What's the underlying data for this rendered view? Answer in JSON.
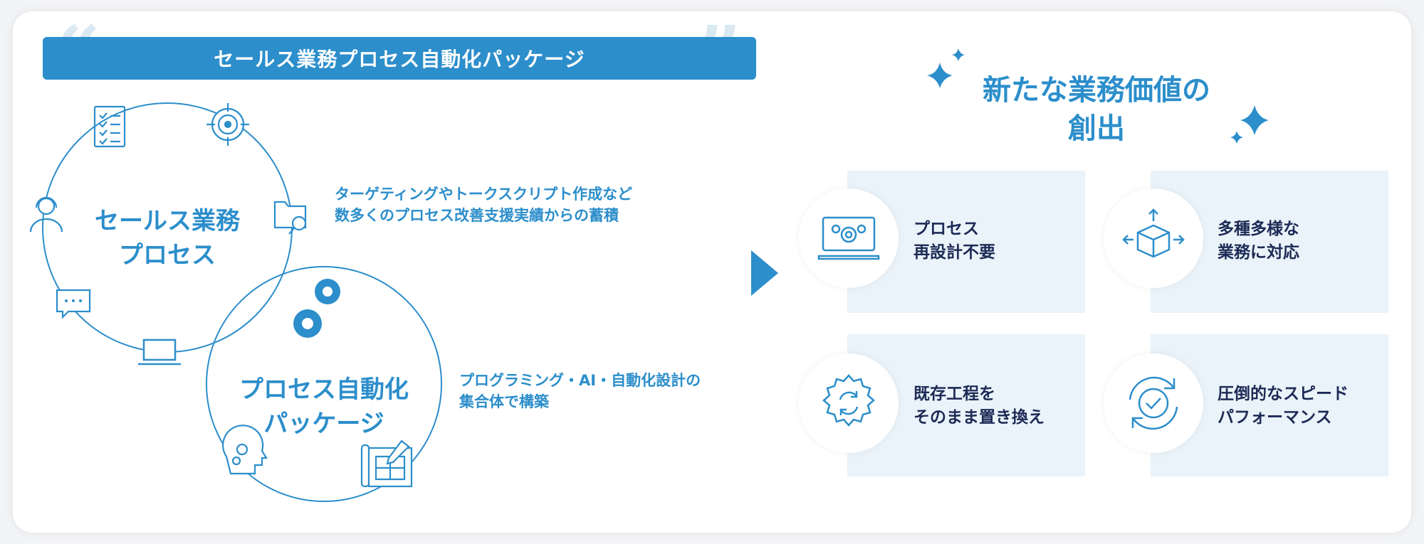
{
  "banner": {
    "title": "セールス業務プロセス自動化パッケージ"
  },
  "left": {
    "circle1": {
      "line1": "セールス業務",
      "line2": "プロセス"
    },
    "circle2": {
      "line1": "プロセス自動化",
      "line2": "パッケージ"
    },
    "note1": {
      "line1": "ターゲティングやトークスクリプト作成など",
      "line2": "数多くのプロセス改善支援実績からの蓄積"
    },
    "note2": {
      "line1": "プログラミング・AI・自動化設計の",
      "line2": "集合体で構築"
    }
  },
  "right": {
    "hero": {
      "line1": "新たな業務価値の",
      "line2": "創出"
    },
    "benefits": [
      {
        "line1": "プロセス",
        "line2": "再設計不要",
        "icon": "laptop-gears-icon"
      },
      {
        "line1": "多種多様な",
        "line2": "業務に対応",
        "icon": "box-arrows-icon"
      },
      {
        "line1": "既存工程を",
        "line2": "そのまま置き換え",
        "icon": "gear-refresh-icon"
      },
      {
        "line1": "圧倒的なスピード",
        "line2": "パフォーマンス",
        "icon": "cycle-check-icon"
      }
    ]
  },
  "colors": {
    "accent": "#2c8ecb",
    "box": "#eaf3f9",
    "text": "#1d2a55"
  }
}
